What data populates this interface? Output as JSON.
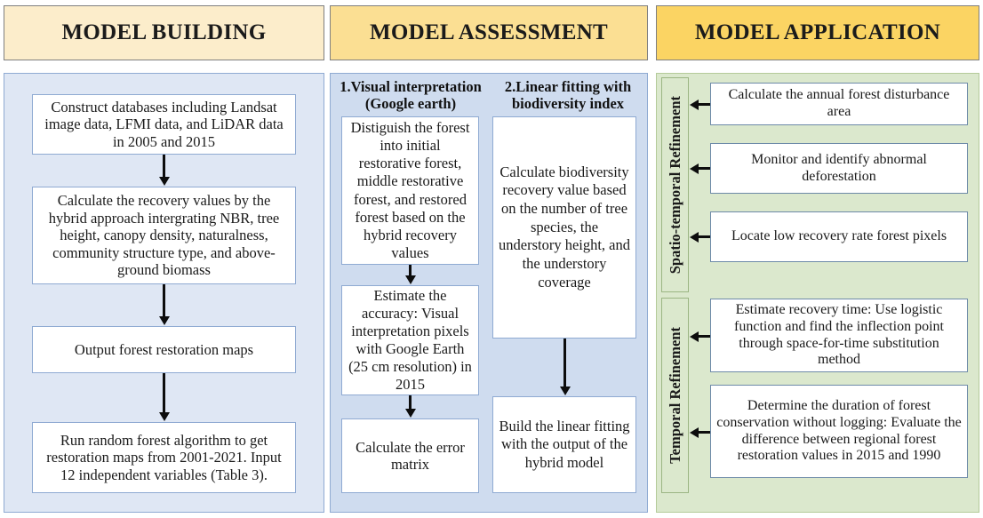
{
  "columns": {
    "building": {
      "header": "MODEL BUILDING",
      "steps": [
        "Construct databases including Landsat image data, LFMI data, and LiDAR data in 2005 and 2015",
        "Calculate the recovery values by the hybrid approach intergrating NBR,  tree height, canopy density,  naturalness, community structure type, and above-ground biomass",
        "Output forest restoration maps",
        "Run random forest algorithm to get restoration maps from 2001-2021. Input 12 independent variables (Table 3)."
      ]
    },
    "assessment": {
      "header": "MODEL ASSESSMENT",
      "branch1": {
        "title_line1": "1.Visual interpretation",
        "title_line2": "(Google earth)",
        "steps": [
          "Distiguish the forest into initial restorative forest, middle restorative forest, and restored forest based on the hybrid recovery values",
          "Estimate the accuracy: Visual interpretation pixels with Google Earth (25 cm resolution) in 2015",
          "Calculate the error matrix"
        ]
      },
      "branch2": {
        "title_line1": "2.Linear fitting with",
        "title_line2": "biodiversity index",
        "steps": [
          "Calculate biodiversity recovery value based on the number of tree species, the understory height, and the understory coverage",
          "Build the linear fitting with the output of the hybrid model"
        ]
      }
    },
    "application": {
      "header": "MODEL APPLICATION",
      "groups": [
        {
          "label": "Spatio-temporal Refinement",
          "items": [
            "Calculate the annual forest disturbance area",
            "Monitor and identify abnormal deforestation",
            "Locate low recovery rate forest pixels"
          ]
        },
        {
          "label": "Temporal Refinement",
          "items": [
            "Estimate recovery time: Use logistic function and find the inflection point through space-for-time substitution method",
            "Determine the duration of forest conservation without logging: Evaluate the difference between regional forest restoration values in 2015 and 1990"
          ]
        }
      ]
    }
  },
  "colors": {
    "header_building": "#fcedcb",
    "header_assessment": "#fbdf93",
    "header_application": "#fbd463",
    "panel_building": "#dfe7f4",
    "panel_assessment": "#cfdcef",
    "panel_application": "#dbe8cd",
    "box_border_blue": "#8faad2",
    "box_border_green": "#6d8aa8",
    "arrow": "#0d0d0d"
  }
}
